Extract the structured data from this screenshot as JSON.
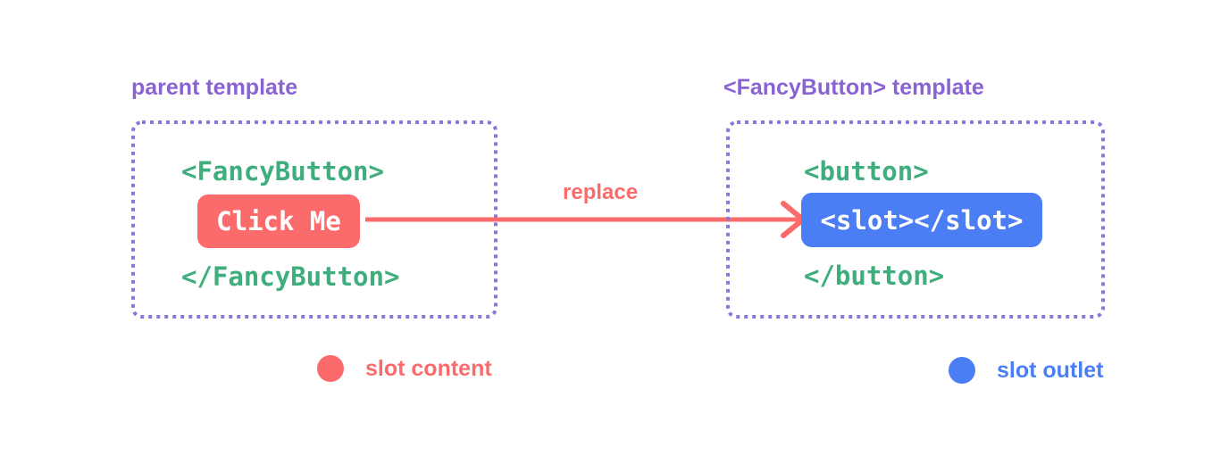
{
  "colors": {
    "background": "#ffffff",
    "heading_purple": "#8a63d2",
    "border_purple": "#8d76db",
    "code_green": "#3fae7c",
    "salmon": "#fc6b6b",
    "blue": "#4b7ef5",
    "white_text": "#ffffff"
  },
  "parent_panel": {
    "title": "parent template",
    "code_open": "<FancyButton>",
    "button_label": "Click Me",
    "code_close": "</FancyButton>"
  },
  "replace_arrow": {
    "label": "replace"
  },
  "fancybutton_panel": {
    "title": "<FancyButton> template",
    "code_open": "<button>",
    "slot_label": "<slot></slot>",
    "code_close": "</button>"
  },
  "legend": {
    "slot_content": "slot content",
    "slot_outlet": "slot outlet"
  }
}
